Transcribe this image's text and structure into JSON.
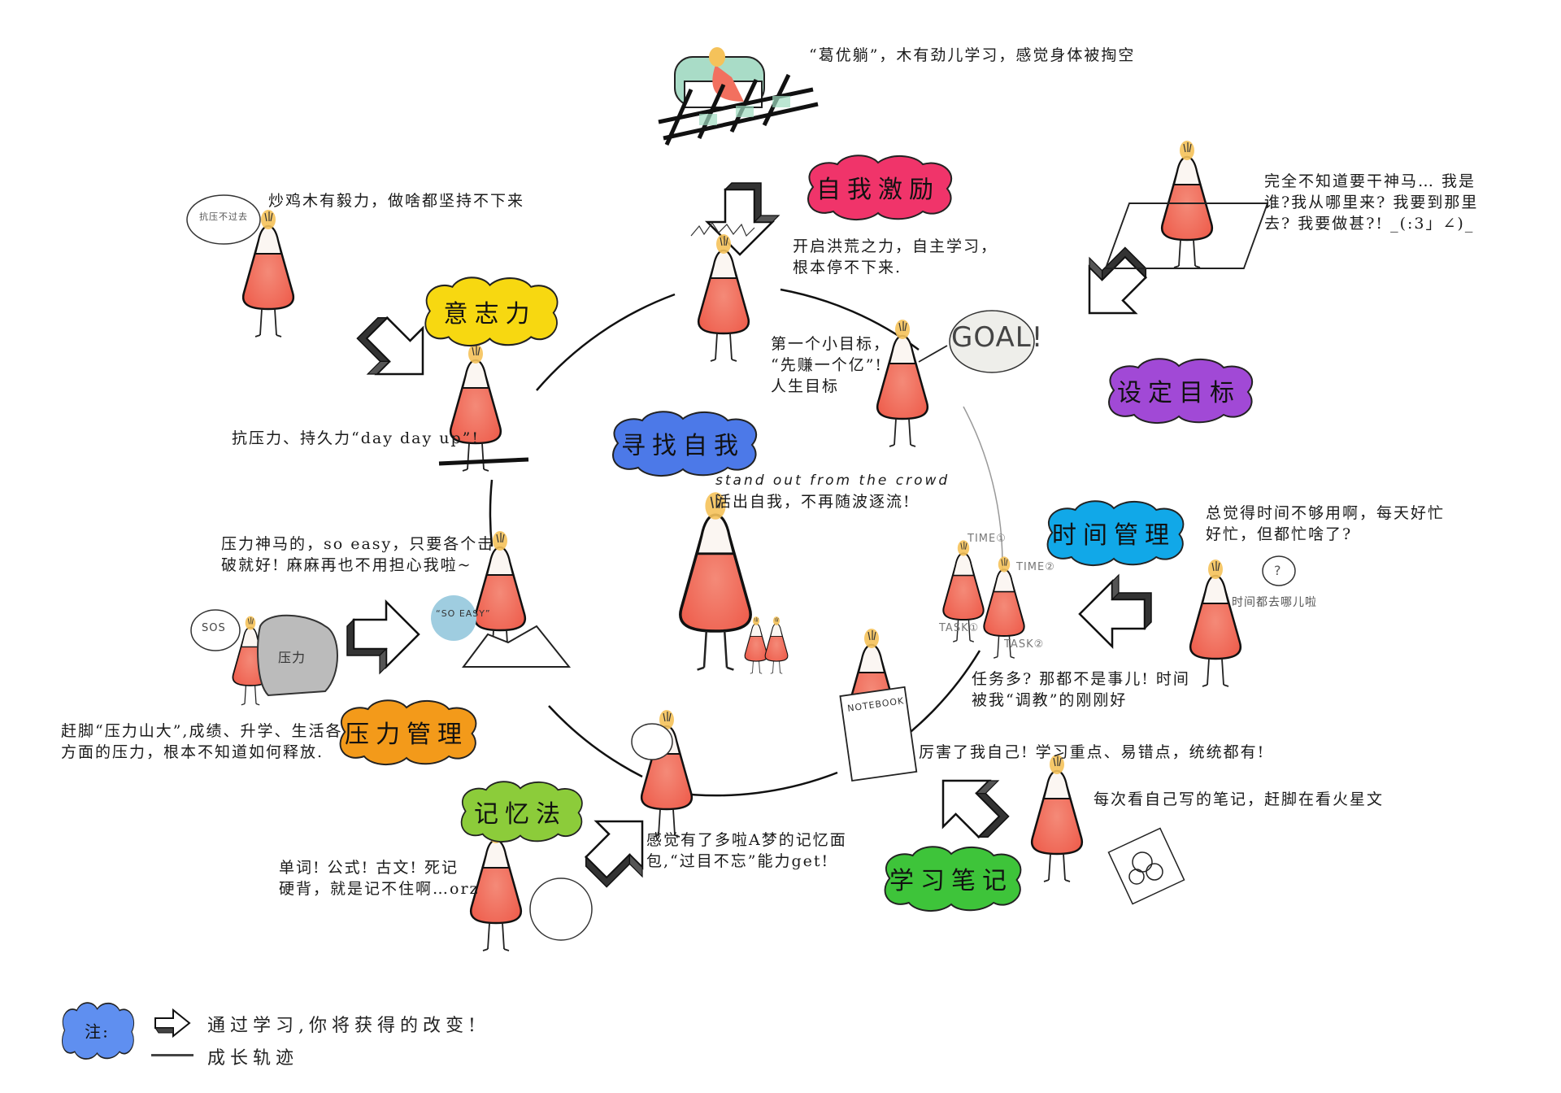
{
  "colors": {
    "self_motivation": "#f0346a",
    "goal_setting": "#a149d6",
    "time_management": "#11a8e8",
    "study_notes": "#3ec43a",
    "memory": "#8ccc3a",
    "stress_management": "#f39a1a",
    "willpower": "#f7d811",
    "find_self": "#4c79e8",
    "legend_cloud": "#5f8ff0",
    "figure_body": "#f2705f",
    "hair": "#f5c25a"
  },
  "topics": {
    "self_motivation": "自我激励",
    "goal_setting": "设定目标",
    "time_management": "时间管理",
    "study_notes": "学习笔记",
    "memory": "记忆法",
    "stress_management": "压力管理",
    "willpower": "意志力",
    "find_self": "寻找自我"
  },
  "captions": {
    "lazy": "“葛优躺”，木有劲儿学习，感觉身体被掏空",
    "motivated": [
      "开启洪荒之力，自主学习，",
      "根本停不下来."
    ],
    "goal_lost": [
      "完全不知道要干神马… 我是",
      "谁?我从哪里来? 我要到那里",
      "去? 我要做甚?! _(:3」∠)_"
    ],
    "goal_set": [
      "第一个小目标，",
      "“先赚一个亿”!",
      "人生目标"
    ],
    "will_weak": "炒鸡木有毅力，做啥都坚持不下来",
    "will_strong": "抗压力、持久力“day day up”!",
    "self_en": "stand out from the crowd",
    "self_cn": "活出自我，不再随波逐流!",
    "time_busy": [
      "总觉得时间不够用啊，每天好忙",
      "好忙，但都忙啥了?"
    ],
    "time_ok": [
      "任务多? 那都不是事儿! 时间",
      "被我“调教”的刚刚好"
    ],
    "notes_good": "厉害了我自己! 学习重点、易错点，统统都有!",
    "notes_bad": "每次看自己写的笔记，赶脚在看火星文",
    "stress_ok": [
      "压力神马的，so easy，只要各个击",
      "破就好! 麻麻再也不用担心我啦~"
    ],
    "stress_bad": [
      "赶脚“压力山大”,成绩、升学、生活各",
      "方面的压力，根本不知道如何释放."
    ],
    "memory_bad": [
      "单词! 公式! 古文! 死记",
      "硬背，就是记不住啊…orz"
    ],
    "memory_good": [
      "感觉有了多啦A梦的记忆面",
      "包,“过目不忘”能力get!"
    ]
  },
  "sketch_labels": {
    "goal": "GOAL!",
    "time1": "TIME①",
    "time2": "TIME②",
    "task1": "TASK①",
    "task2": "TASK②",
    "notebook": "NOTEBOOK",
    "sos": "SOS",
    "so_easy": "“SO EASY”",
    "stress_rock": "压力",
    "where_time": "时间都去哪儿啦",
    "question": "?",
    "will_bubble": "抗压不过去"
  },
  "legend": {
    "title": "注:",
    "arrow_desc": "通过学习,你将获得的改变!",
    "line_desc": "成长轨迹"
  }
}
